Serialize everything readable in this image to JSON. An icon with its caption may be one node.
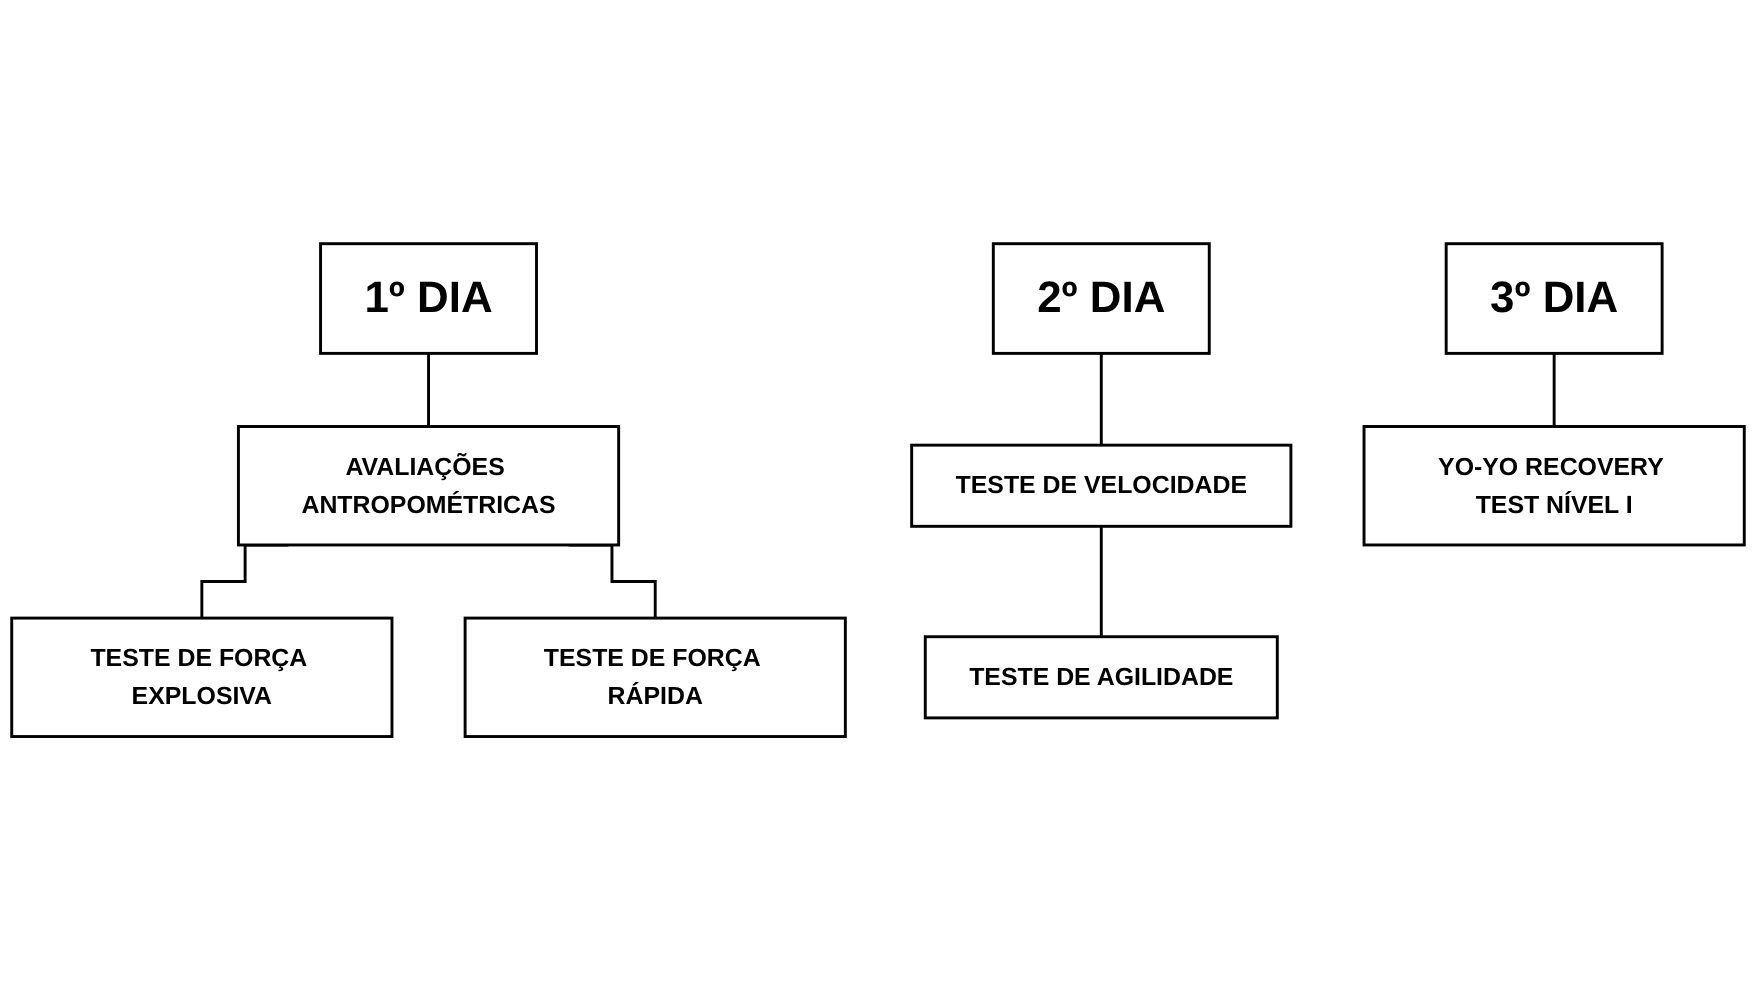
{
  "diagram": {
    "nodes": [
      {
        "text": [
          "1º DIA"
        ]
      },
      {
        "text": [
          "AVALIAÇÕES ANTROPOMÉTRICAS"
        ]
      },
      {
        "text": [
          "TESTE DE FORÇA EXPLOSIVA"
        ]
      },
      {
        "text": [
          "TESTE DE FORÇA RÁPIDA"
        ]
      },
      {
        "text": [
          "2º DIA"
        ]
      },
      {
        "text": [
          "TESTE DE VELOCIDADE"
        ]
      },
      {
        "text": [
          "TESTE DE AGILIDADE"
        ]
      },
      {
        "text": [
          "3º DIA"
        ]
      },
      {
        "text": [
          "YO-YO RECOVERY TEST NÍVEL I"
        ]
      }
    ],
    "edges": [
      {
        "from": 0,
        "to": 1,
        "arrow": "none"
      },
      {
        "from": 1,
        "to": 2,
        "arrow": "none"
      },
      {
        "from": 1,
        "to": 3,
        "arrow": "none"
      },
      {
        "from": 4,
        "to": 5,
        "arrow": "none"
      },
      {
        "from": 5,
        "to": 6,
        "arrow": "none"
      },
      {
        "from": 7,
        "to": 8,
        "arrow": "none"
      }
    ]
  }
}
